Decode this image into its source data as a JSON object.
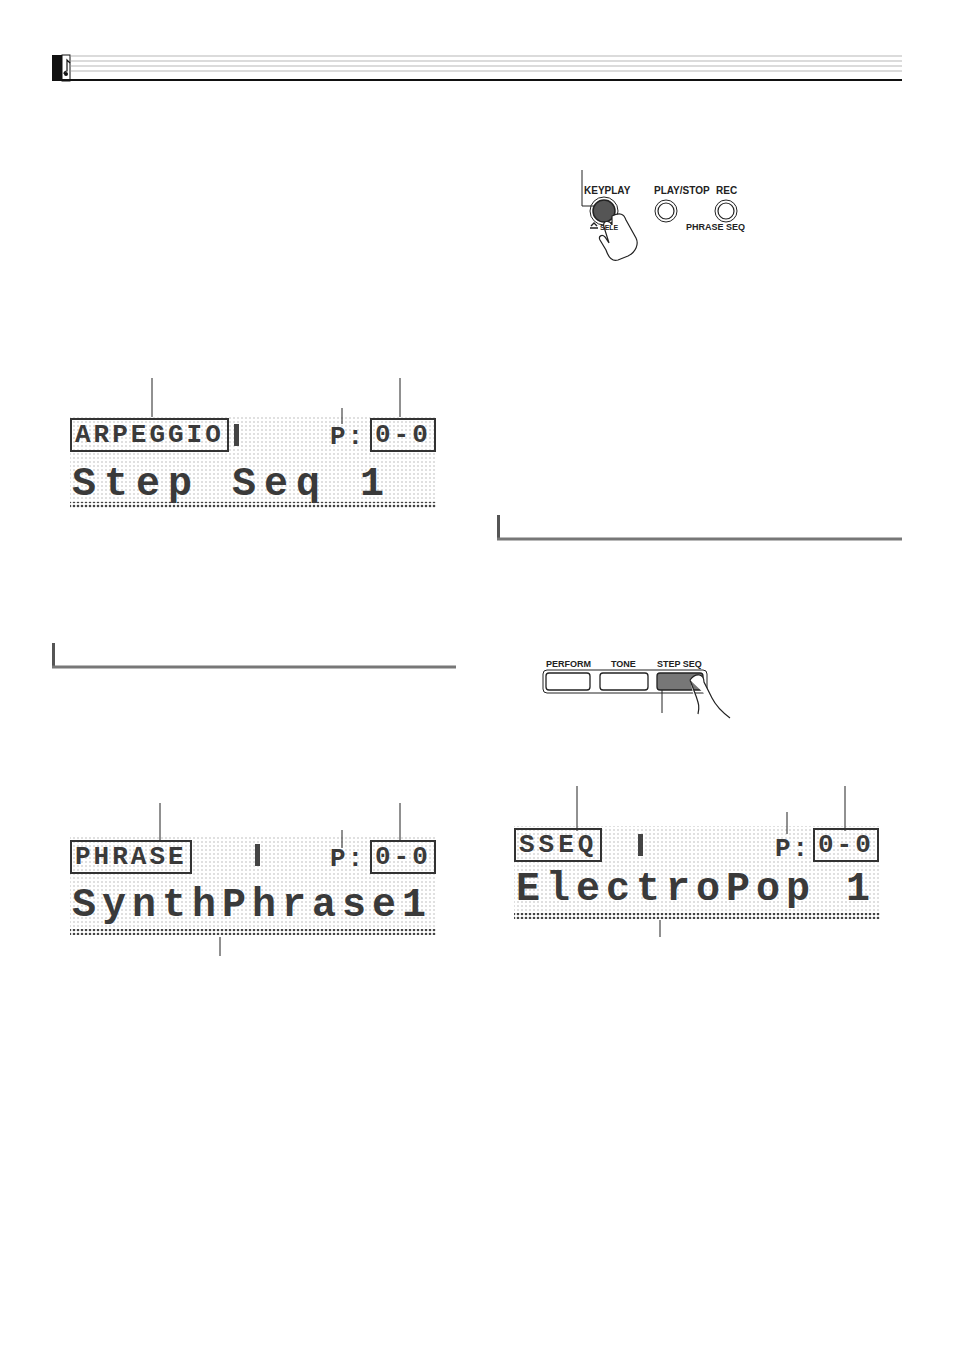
{
  "diagram": {
    "nodes": [
      {
        "text": [
          "ARPEGGIO"
        ]
      },
      {
        "text": [
          "0-0"
        ]
      },
      {
        "text": [
          "PHRASE"
        ]
      },
      {
        "text": [
          "0-0"
        ]
      },
      {
        "text": [
          "SSEQ"
        ]
      },
      {
        "text": [
          "0-0"
        ]
      }
    ],
    "labels": [
      "KEYPLAY",
      "PLAY/STOP",
      "REC",
      "SELE",
      "PHRASE SEQ",
      "P:",
      "Step Seq 1",
      "P:",
      "SynthPhrase1",
      "PERFORM",
      "TONE",
      "STEP SEQ",
      "P:",
      "ElectroPop 1"
    ]
  }
}
